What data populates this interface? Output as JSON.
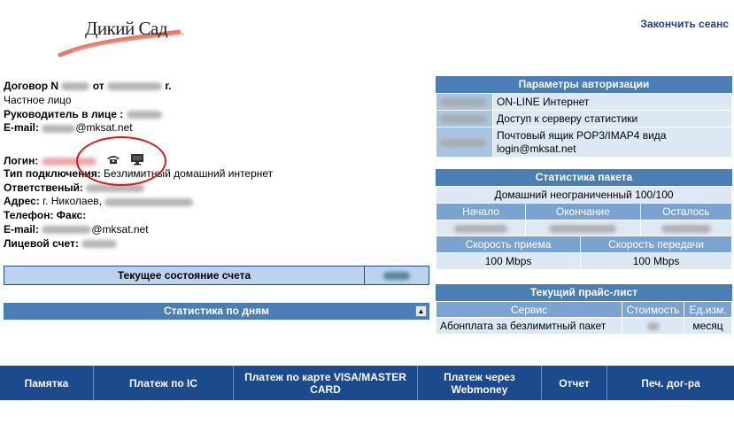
{
  "logo": {
    "text": "Дикий Сад"
  },
  "header": {
    "logout": "Закончить сеанс"
  },
  "contract": {
    "contract_label": "Договор N",
    "from_label": "от",
    "year_suffix": "г.",
    "person_type": "Частное лицо",
    "director_label": "Руководитель в лице :",
    "email_label": "E-mail:",
    "email_domain": "@mksat.net"
  },
  "account": {
    "login_label": "Логин:",
    "conn_type_label": "Тип подключения:",
    "conn_type_value": "Безлимитный домашний интернет",
    "responsible_label": "Ответственый:",
    "address_label": "Адрес:",
    "address_value": "г. Николаев,",
    "phone_label": "Телефон: Факс:",
    "email_label": "E-mail:",
    "email_domain": "@mksat.net",
    "account_label": "Лицевой счет:"
  },
  "balance": {
    "label": "Текущее состояние счета"
  },
  "day_stats": {
    "title": "Статистика по дням",
    "toggle": "▲"
  },
  "auth_params": {
    "title": "Параметры авторизации",
    "rows": [
      {
        "label": "ON-LINE Интернет"
      },
      {
        "label": "Доступ к серверу статистики"
      },
      {
        "label": "Почтовый ящик POP3/IMAP4 вида",
        "label2": "login@mksat.net"
      }
    ]
  },
  "package_stats": {
    "title": "Статистика пакета",
    "package_name": "Домашний неограниченный 100/100",
    "headers": [
      "Начало",
      "Окончание",
      "Осталось"
    ],
    "speed_headers": [
      "Скорость приема",
      "Скорость передачи"
    ],
    "speeds": [
      "100 Mbps",
      "100 Mbps"
    ]
  },
  "price_list": {
    "title": "Текущий прайс-лист",
    "headers": [
      "Сервис",
      "Стоимость",
      "Ед.изм."
    ],
    "rows": [
      {
        "service": "Абонплата за безлимитный пакет",
        "unit": "месяц"
      }
    ]
  },
  "nav": {
    "items": [
      "Памятка",
      "Платеж по IC",
      "Платеж по карте VISA/MASTER CARD",
      "Платеж через Webmoney",
      "Отчет",
      "Печ. дог-ра"
    ]
  }
}
